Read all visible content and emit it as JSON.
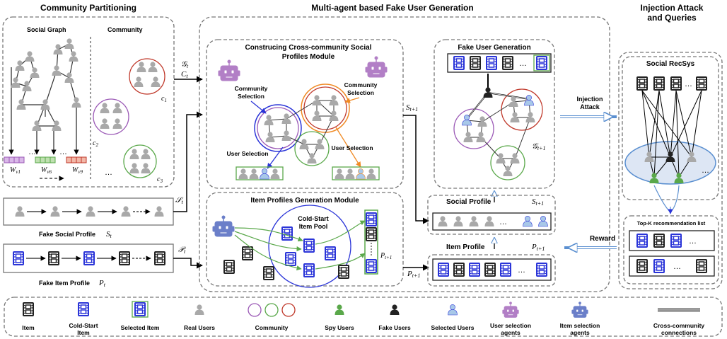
{
  "sections": {
    "community_partitioning": "Community Partitioning",
    "multi_agent": "Multi-agent based Fake User Generation",
    "injection": "Injection Attack",
    "injection2": "and Queries"
  },
  "left": {
    "social_graph": "Social Graph",
    "community": "Community",
    "c1": "c",
    "c1_sub": "1",
    "c2": "c",
    "c2_sub": "2",
    "c3": "c",
    "c3_sub": "3",
    "w1": "W",
    "w1_sub": "v1",
    "w2": "W",
    "w2_sub": "v6",
    "w3": "W",
    "w3_sub": "v9",
    "dots": "…",
    "fake_social": "Fake Social Profile",
    "fake_social_sym": "S",
    "fake_social_sub": "t",
    "fake_item": "Fake Item Profile",
    "fake_item_sym": "P",
    "fake_item_sub": "t"
  },
  "arrows": {
    "g": "𝒢",
    "g_sub": "t",
    "c": "C",
    "c_sub": "t",
    "s": "𝒮",
    "s_sub": "t",
    "p": "𝒫",
    "p_sub": "t",
    "s_next": "S",
    "s_next_sub": "t+1",
    "p_next": "P",
    "p_next_sub": "t+1",
    "p_next2": "P",
    "p_next2_sub": "t+1",
    "injection": "Injection",
    "attack": "Attack",
    "reward": "Reward"
  },
  "social_module": {
    "title1": "Construcing Cross-community Social",
    "title2": "Profiles Module",
    "community_sel_1": "Community",
    "community_sel_2": "Selection",
    "community_sel_r1": "Community",
    "community_sel_r2": "Selection",
    "user_sel": "User Selection",
    "user_sel_r": "User Selection"
  },
  "item_module": {
    "title": "Item Profiles Generation Module",
    "pool1": "Cold-Start",
    "pool2": "Item Pool",
    "p_sym": "P",
    "p_sub": "t+1"
  },
  "fake_gen": {
    "title": "Fake User Generation",
    "g_sym": "𝒢",
    "g_sub": "t+1",
    "social_profile": "Social Profile",
    "s_sym": "S",
    "s_sub": "t+1",
    "item_profile": "Item Profile",
    "p_sym": "P",
    "p_sub": "t+1"
  },
  "recsys": {
    "title": "Social RecSys",
    "topk": "Top-K recommendation list"
  },
  "legend": [
    {
      "label": "Item"
    },
    {
      "label": "Cold-Start",
      "label2": "Item"
    },
    {
      "label": "Selected Item"
    },
    {
      "label": "Real Users"
    },
    {
      "label": "Community"
    },
    {
      "label": "Spy Users"
    },
    {
      "label": "Fake Users"
    },
    {
      "label": "Selected Users"
    },
    {
      "label": "User selection",
      "label2": "agents"
    },
    {
      "label": "Item selection",
      "label2": "agents"
    },
    {
      "label": "Cross-community",
      "label2": "connections"
    }
  ],
  "colors": {
    "gray": "#a9a9a9",
    "blue": "#2b35d8",
    "green": "#5aa84a",
    "purple": "#9b59b6",
    "red": "#c0392b",
    "orange": "#f08a24",
    "lightblue": "#a8c8e8",
    "robot_purple": "#b27fc6",
    "robot_blue": "#6b7fc9"
  }
}
